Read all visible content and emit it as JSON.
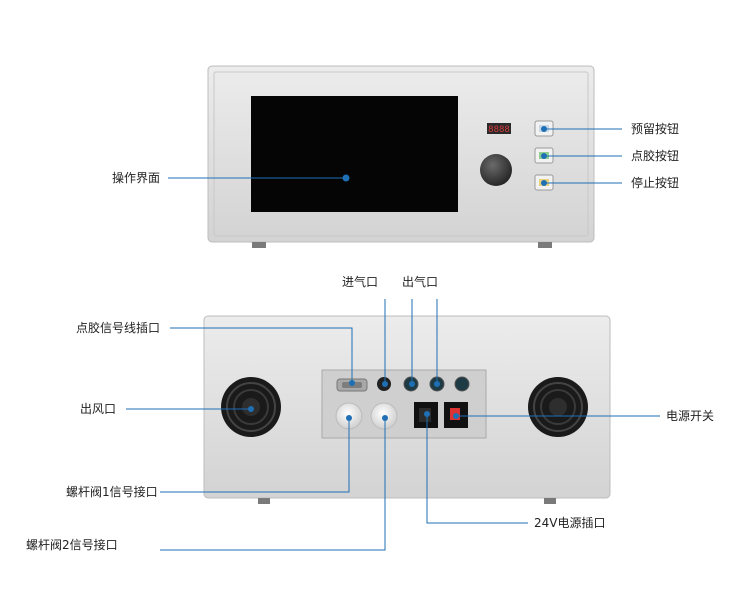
{
  "front_labels": {
    "screen": "操作界面",
    "reserve_button": "预留按钮",
    "dispense_button": "点胶按钮",
    "stop_button": "停止按钮"
  },
  "display_text": "8888",
  "rear_labels": {
    "air_inlet": "进气口",
    "air_outlet": "出气口",
    "dispense_signal_port": "点胶信号线插口",
    "air_vent": "出风口",
    "valve1_port": "螺杆阀1信号接口",
    "valve2_port": "螺杆阀2信号接口",
    "power_switch": "电源开关",
    "power_socket": "24V电源插口"
  },
  "colors": {
    "leader_line": "#1f6fb5",
    "panel": "#dcdcdc",
    "screen": "#050505",
    "display_led": "#d83a3a",
    "reserve_button": "#c9d8e6",
    "dispense_button": "#8fcf8f",
    "stop_button": "#e6d27a",
    "switch": "#d33"
  }
}
